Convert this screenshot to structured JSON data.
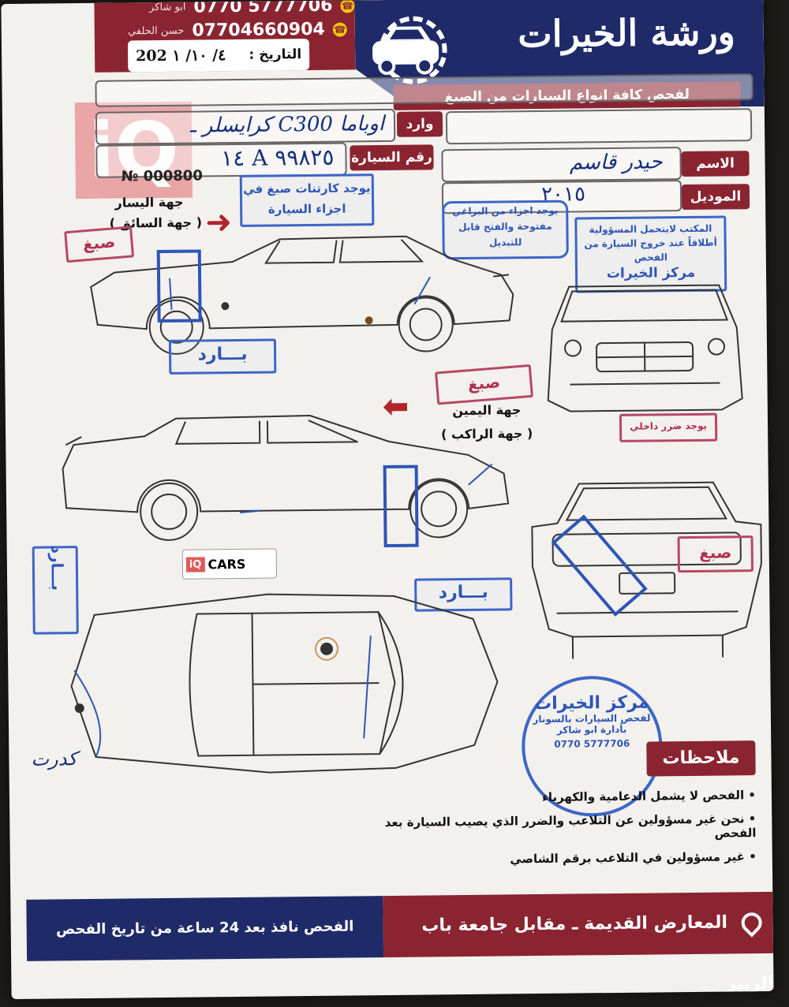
{
  "header": {
    "phone1": "0770 5777706",
    "phone1_name": "ابو شاكر",
    "phone2": "07704660904",
    "phone2_name": "حسن الحلفي",
    "date_label": "التاريخ :",
    "date_value": "202 ٤/ ١٠/ ١",
    "shop_name": "ورشة الخيرات",
    "shop_subtitle": "لفحص كافة انواع السيارات من الصبغ"
  },
  "form": {
    "imported_label": "وارد",
    "imported_value": "كرايسلر ـ C300 اوباما",
    "plate_label": "رقم السيارة",
    "plate_value": "١٤ A ٩٩٨٢٥",
    "serial_value": "№ 000800",
    "name_label": "الاسم",
    "name_value": "حيدر قاسم",
    "model_label": "الموديل",
    "model_value": "٢٠١٥"
  },
  "stamps": {
    "cartonat": "يوجد كارتنات صبغ في اجزاء السيارة",
    "parts_opened": "يوجد اجزاء من البراغي مفتوحة والفتح قابل للتبديل",
    "office_responsibility": "المكتب لايتحمل المسؤولية أطلاقاً عند خروج السيارة من الفحص",
    "office_name": "مركز الخيرات",
    "cold_1": "بـــارد",
    "cold_2": "بـــارد",
    "paint_1": "صبغ",
    "paint_2": "صبغ",
    "internal_damage": "يوجد ضرر داخلي",
    "sonar_line1": "مركز الخيرات",
    "sonar_line2": "لفحص السيارات بالسونار",
    "sonar_line3": "بأدارة ابو شاكر"
  },
  "sides": {
    "left_side": "جهة اليسار",
    "driver_side": "( جهة السائق )",
    "right_side": "جهة اليمين",
    "passenger_side": "( جهة الراكب )"
  },
  "handwriting": {
    "top_view_note": "كدرت"
  },
  "notes": {
    "title": "ملاحظات",
    "items": [
      "الفحص لا يشمل الدعامية والكهرباء",
      "نحن غير مسؤولين عن التلاعب والضرر الذي يصيب السيارة بعد الفحص",
      "غير مسؤولين في التلاعب برقم الشاصي"
    ]
  },
  "footer": {
    "validity": "الفحص نافذ بعد 24 ساعة من تاريخ الفحص",
    "address": "المعارض القديمة ـ مقابل جامعة باب الزبير"
  },
  "watermark": {
    "logo": "iQ",
    "cars_label": "CARS"
  },
  "colors": {
    "brand_red": "#8a2431",
    "brand_blue": "#1f2a68",
    "stamp_blue": "#3c66c6",
    "stamp_red": "#b03050",
    "paper": "#f3f1ee"
  }
}
